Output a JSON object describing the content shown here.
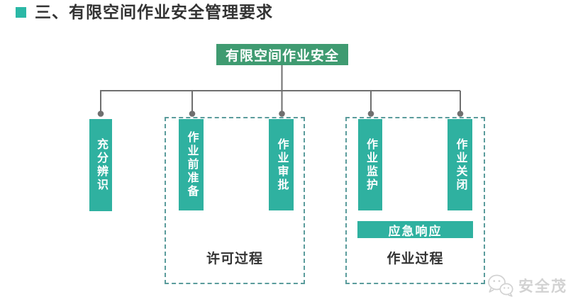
{
  "page": {
    "title": "三、有限空间作业安全管理要求"
  },
  "diagram": {
    "root": "有限空间作业安全",
    "standalone_node": "充分辨识",
    "groups": [
      {
        "label": "许可过程",
        "nodes": [
          "作业前准备",
          "作业审批"
        ]
      },
      {
        "label": "作业过程",
        "nodes": [
          "作业监护",
          "作业关闭"
        ],
        "banner": "应急响应"
      }
    ]
  },
  "watermark": {
    "brand": "安全茂",
    "icon": "wechat-bubbles-icon"
  },
  "colors": {
    "root_green": "#3F9B71",
    "bar_teal": "#2FB1A0",
    "banner_teal": "#2FB1A0",
    "bullet_teal": "#2BB8A6",
    "dashed_border": "#5B9C9C",
    "connector_gray": "#6F6F6F",
    "title_text": "#333333",
    "label_text": "#333333",
    "watermark_gray": "#D2D2D2"
  }
}
